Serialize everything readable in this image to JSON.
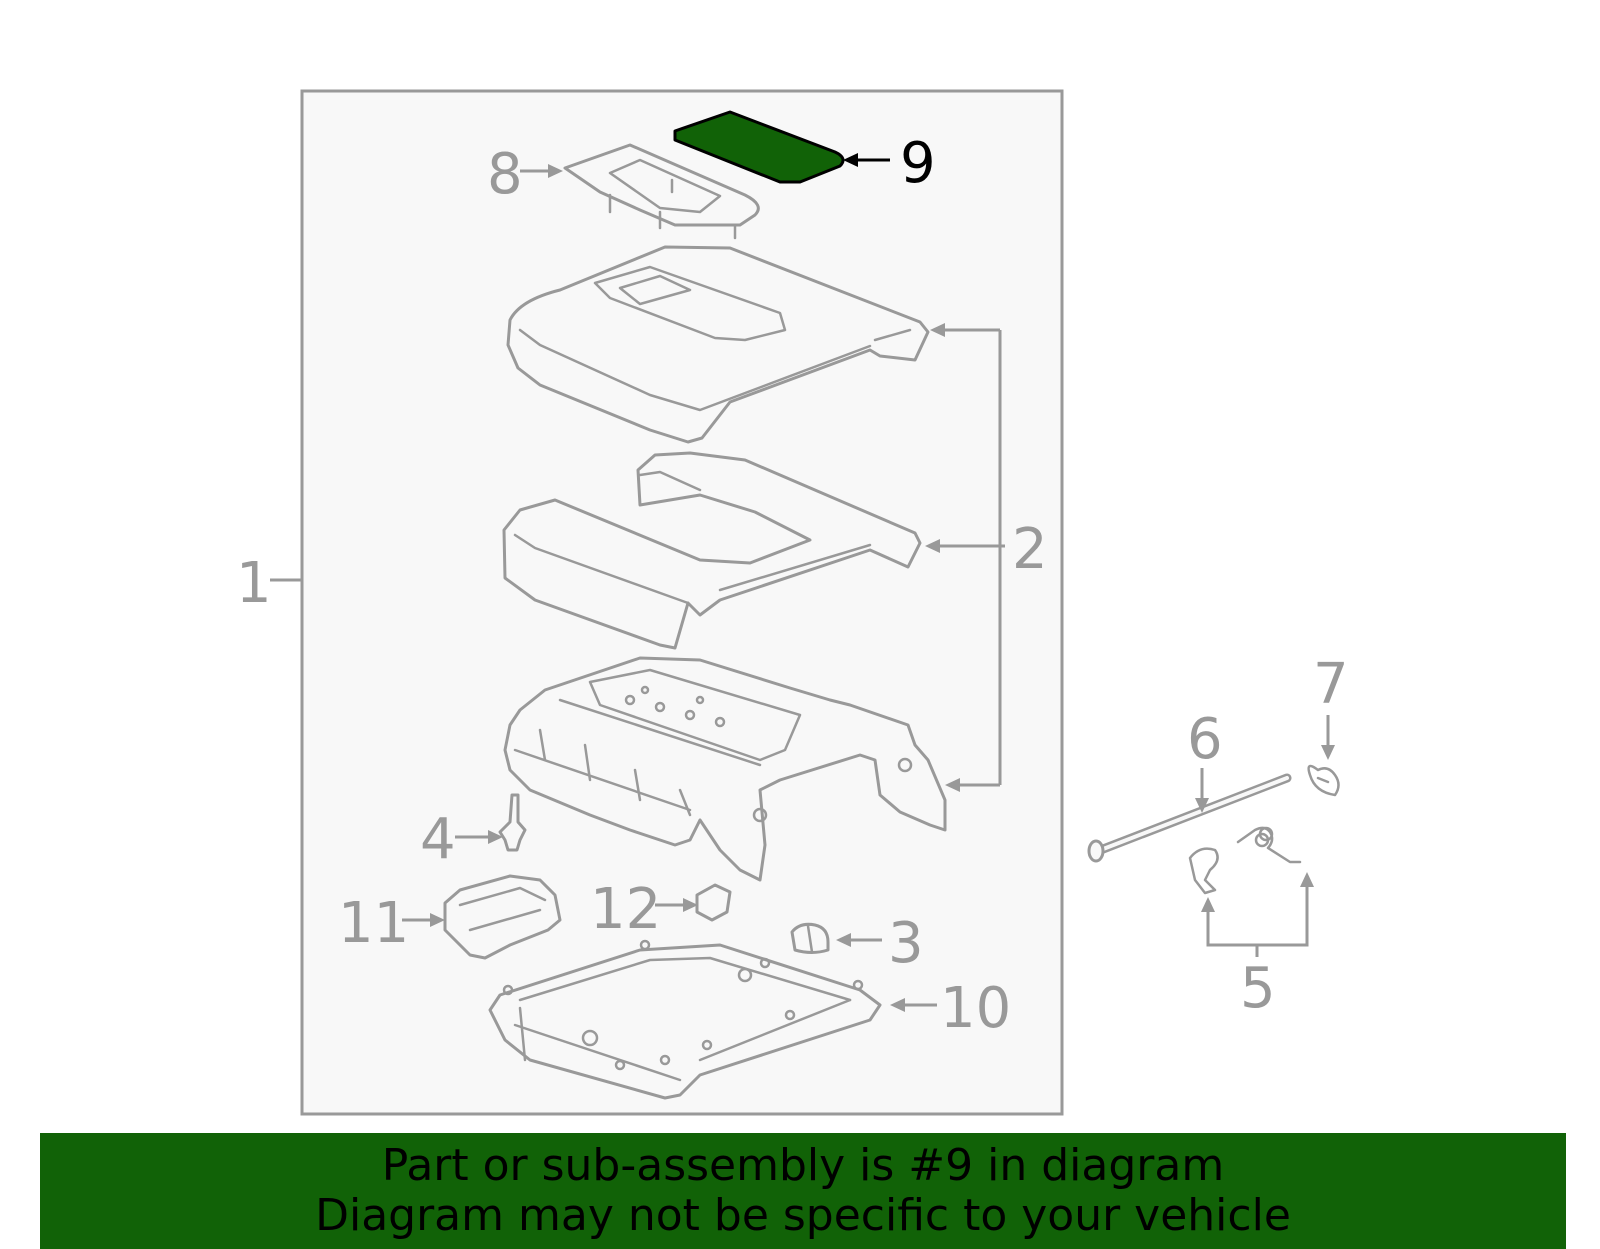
{
  "colors": {
    "highlight": "#116207",
    "line": "#999999",
    "label": "#999999",
    "active_label": "#000000",
    "background": "#f8f8f8"
  },
  "callouts": [
    {
      "id": "1",
      "label": "1",
      "active": false
    },
    {
      "id": "2",
      "label": "2",
      "active": false
    },
    {
      "id": "3",
      "label": "3",
      "active": false
    },
    {
      "id": "4",
      "label": "4",
      "active": false
    },
    {
      "id": "5",
      "label": "5",
      "active": false
    },
    {
      "id": "6",
      "label": "6",
      "active": false
    },
    {
      "id": "7",
      "label": "7",
      "active": false
    },
    {
      "id": "8",
      "label": "8",
      "active": false
    },
    {
      "id": "9",
      "label": "9",
      "active": true
    },
    {
      "id": "10",
      "label": "10",
      "active": false
    },
    {
      "id": "11",
      "label": "11",
      "active": false
    },
    {
      "id": "12",
      "label": "12",
      "active": false
    }
  ],
  "banner": {
    "line1": "Part or sub-assembly is #9 in diagram",
    "line2": "Diagram may not be specific to your vehicle"
  }
}
